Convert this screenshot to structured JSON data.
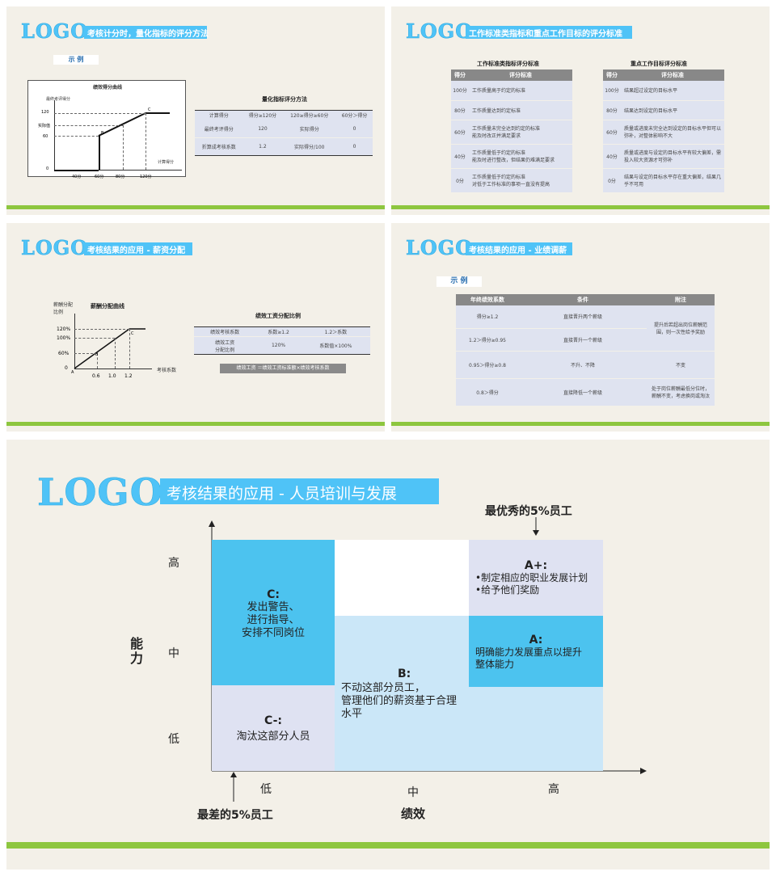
{
  "slide1": {
    "logo": "LOGO",
    "title": "考核计分时，量化指标的评分方法",
    "example": "示 例",
    "chart_title": "绩效得分曲线",
    "y_axis_label": "最终考评得分",
    "x_axis_label": "计算得分",
    "y_ticks": [
      "120",
      "实际值",
      "60",
      "0"
    ],
    "x_ticks": [
      "40分",
      "60分",
      "80分",
      "120分"
    ],
    "points": [
      "B",
      "C"
    ],
    "table_title": "量化指标评分方法",
    "table_header": [
      "计算得分",
      "得分≥120分",
      "120≥得分≥60分",
      "60分＞得分"
    ],
    "table_rows": [
      [
        "最终考评得分",
        "120",
        "实际得分",
        "0"
      ],
      [
        "折算成考核系数",
        "1.2",
        "实际得分/100",
        "0"
      ]
    ]
  },
  "slide2": {
    "logo": "LOGO",
    "title": "工作标准类指标和重点工作目标的评分标准",
    "left_title": "工作标准类指标评分标准",
    "right_title": "重点工作目标评分标准",
    "header": [
      "得分",
      "评分标准"
    ],
    "left_rows": [
      [
        "100分",
        "工作质量高于约定的标准"
      ],
      [
        "80分",
        "工作质量达到约定标准"
      ],
      [
        "60分",
        "工作质量未完全达到约定的标准\n能及时改正并满足要求"
      ],
      [
        "40分",
        "工作质量低于约定的标准\n能及时进行整改，但结果仍难满足要求"
      ],
      [
        "0分",
        "工作质量低于约定的标准\n对低于工作标准的事项一直没有提高"
      ]
    ],
    "right_rows": [
      [
        "100分",
        "结果超过设定的目标水平"
      ],
      [
        "80分",
        "结果达到设定的目标水平"
      ],
      [
        "60分",
        "质量或进度未完全达到设定的目标水平但可以弥补，对整体影响不大"
      ],
      [
        "40分",
        "质量或进度与设定的目标水平有较大偏差，需投入较大资源才可弥补"
      ],
      [
        "0分",
        "结果与设定的目标水平存在重大偏差，结果几乎不可用"
      ]
    ]
  },
  "slide3": {
    "logo": "LOGO",
    "title": "考核结果的应用 - 薪资分配",
    "y_axis_label": "薪酬分配\n比例",
    "chart_title": "薪酬分配曲线",
    "x_axis_label": "考核系数",
    "y_ticks": [
      "120%",
      "100%",
      "60%",
      "0"
    ],
    "x_ticks": [
      "0.6",
      "1.0",
      "1.2"
    ],
    "points": [
      "A",
      "B",
      "C"
    ],
    "table_title": "绩效工资分配比例",
    "table_rows": [
      [
        "绩效考核系数",
        "系数≥1.2",
        "1.2＞系数"
      ],
      [
        "绩效工资\n分配比例",
        "120%",
        "系数值×100%"
      ]
    ],
    "formula": "绩效工资 ＝绩效工资标准额×绩效考核系数"
  },
  "slide4": {
    "logo": "LOGO",
    "title": "考核结果的应用 - 业绩调薪",
    "example": "示 例",
    "header": [
      "年终绩效系数",
      "条件",
      "附注"
    ],
    "rows": [
      [
        "得分≥1.2",
        "直接晋升两个薪级"
      ],
      [
        "1.2＞得分≥0.95",
        "直接晋升一个薪级"
      ],
      [
        "0.95＞得分≥0.8",
        "不升、不降"
      ],
      [
        "0.8＞得分",
        "直接降低一个薪级"
      ]
    ],
    "notes": [
      "提升后若超出岗位薪酬范围，则一次性给予奖励",
      "不变",
      "处于岗位薪酬最低分位时，薪酬不变，考虑换岗或淘汰"
    ]
  },
  "slide5": {
    "logo": "LOGO",
    "title": "考核结果的应用 - 人员培训与发展",
    "top_label": "最优秀的5%员工",
    "bottom_label": "最差的5%员工",
    "y_axis_title": "能力",
    "x_axis_title": "绩效",
    "y_levels": [
      "高",
      "中",
      "低"
    ],
    "x_levels": [
      "低",
      "中",
      "高"
    ],
    "cells": {
      "c_title": "C:",
      "c_text": "发出警告、\n进行指导、\n安排不同岗位",
      "cminus_title": "C-:",
      "cminus_text": "淘汰这部分人员",
      "b_title": "B:",
      "b_text": "不动这部分员工，\n管理他们的薪资基于合理\n水平",
      "aplus_title": "A+:",
      "aplus_text": "•制定相应的职业发展计划\n•给予他们奖励",
      "a_title": "A:",
      "a_text": "明确能力发展重点以提升\n整体能力"
    },
    "colors": {
      "cyan": "#4cc3ef",
      "light_blue": "#cbe7f8",
      "lavender": "#dfe2f2",
      "white": "#ffffff",
      "green": "#8dc63f"
    }
  }
}
